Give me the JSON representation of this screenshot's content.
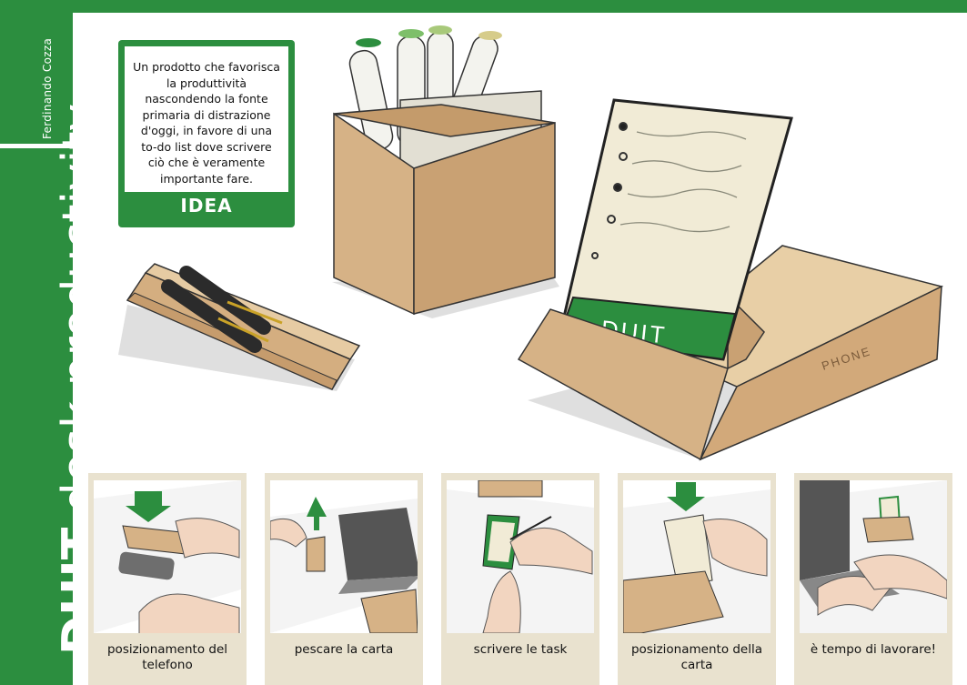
{
  "author": "Ferdinando Cozza",
  "title": {
    "brand": "DUIT",
    "rest": "desk productivity"
  },
  "idea": {
    "text": "Un prodotto che favorisca la produttività nascondendo la fonte primaria di distrazione d'oggi, in favore di una to-do list dove scrivere ciò che è veramente importante fare.",
    "label": "IDEA"
  },
  "product": {
    "card_label": "DUIT",
    "phone_label": "PHONE"
  },
  "steps": [
    {
      "caption": "posizionamento del telefono"
    },
    {
      "caption": "pescare la carta"
    },
    {
      "caption": "scrivere le task"
    },
    {
      "caption": "posizionamento della carta"
    },
    {
      "caption": "è tempo di lavorare!"
    }
  ],
  "colors": {
    "brand_green": "#2c8e3f",
    "wood": "#d9b98f",
    "panel": "#e9e2cf"
  }
}
